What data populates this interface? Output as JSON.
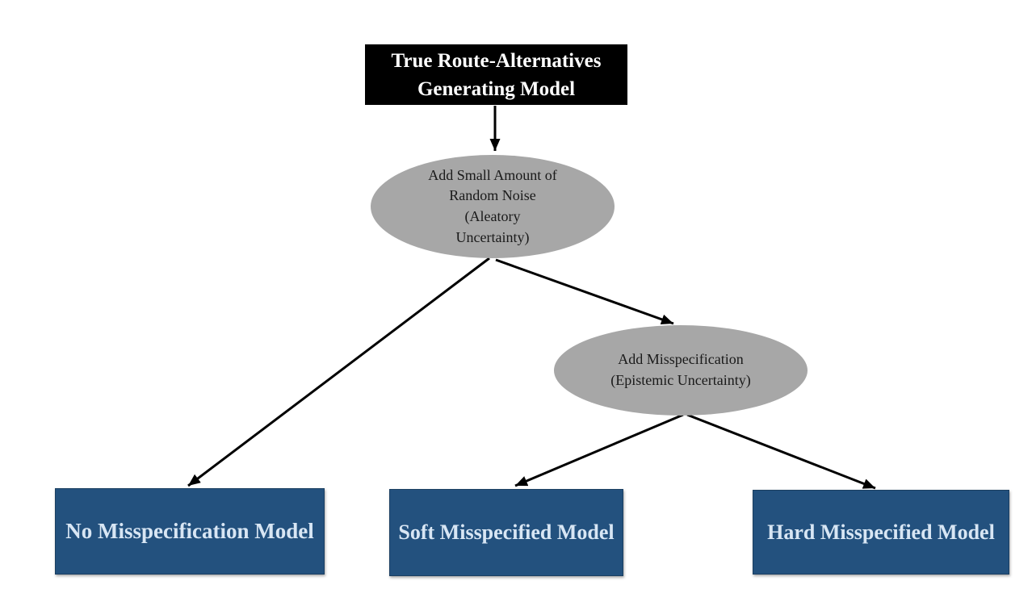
{
  "diagram": {
    "nodes": {
      "root": {
        "label": "True Route-Alternatives\nGenerating Model",
        "shape": "rectangle",
        "fill": "#000000",
        "text_color": "#ffffff"
      },
      "aleatory": {
        "label": "Add Small Amount of\nRandom Noise\n(Aleatory\nUncertainty)",
        "shape": "ellipse",
        "fill": "#a7a7a7",
        "text_color": "#1a1a1a"
      },
      "epistemic": {
        "label": "Add Misspecification\n(Epistemic Uncertainty)",
        "shape": "ellipse",
        "fill": "#a7a7a7",
        "text_color": "#1a1a1a"
      },
      "no_misspecification": {
        "label": "No Misspecification Model",
        "shape": "rectangle",
        "fill": "#23517e",
        "text_color": "#d8e6f4"
      },
      "soft_misspecified": {
        "label": "Soft Misspecified Model",
        "shape": "rectangle",
        "fill": "#23517e",
        "text_color": "#d8e6f4"
      },
      "hard_misspecified": {
        "label": "Hard Misspecified Model",
        "shape": "rectangle",
        "fill": "#23517e",
        "text_color": "#d8e6f4"
      }
    },
    "edges": [
      {
        "from": "root",
        "to": "aleatory"
      },
      {
        "from": "aleatory",
        "to": "no_misspecification"
      },
      {
        "from": "aleatory",
        "to": "epistemic"
      },
      {
        "from": "epistemic",
        "to": "soft_misspecified"
      },
      {
        "from": "epistemic",
        "to": "hard_misspecified"
      }
    ],
    "colors": {
      "background": "#ffffff",
      "arrow": "#000000"
    }
  }
}
